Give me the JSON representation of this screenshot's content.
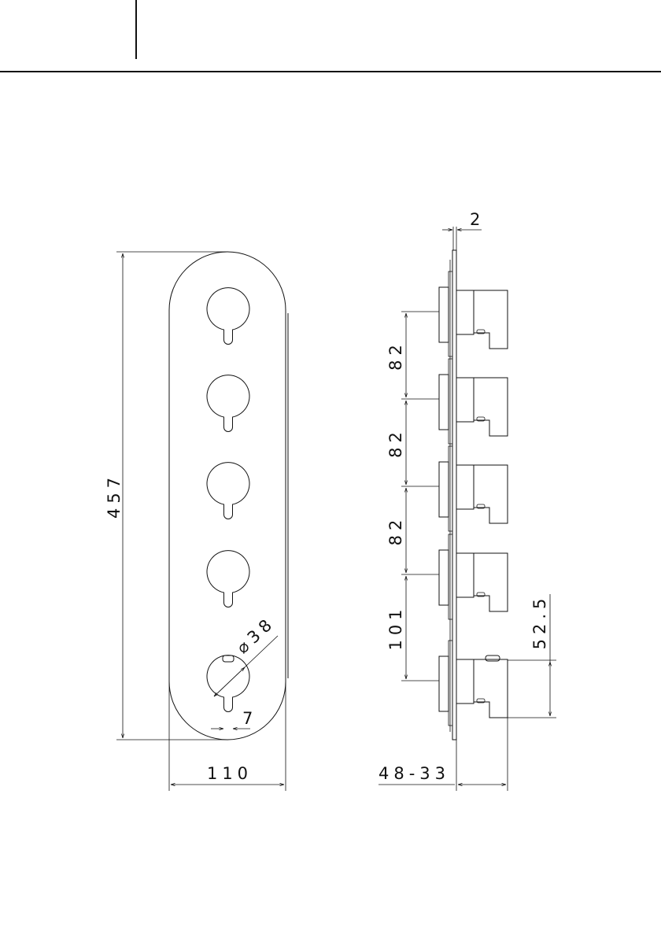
{
  "front_view": {
    "height_label": "457",
    "width_label": "110",
    "hole_diameter_label": "⌀38",
    "slot_width_label": "7",
    "hole_count": 5
  },
  "side_view": {
    "plate_thickness_label": "2",
    "spacing_labels": [
      "82",
      "82",
      "82",
      "101"
    ],
    "handle_offset_label": "52.5",
    "depth_label": "48-33"
  }
}
